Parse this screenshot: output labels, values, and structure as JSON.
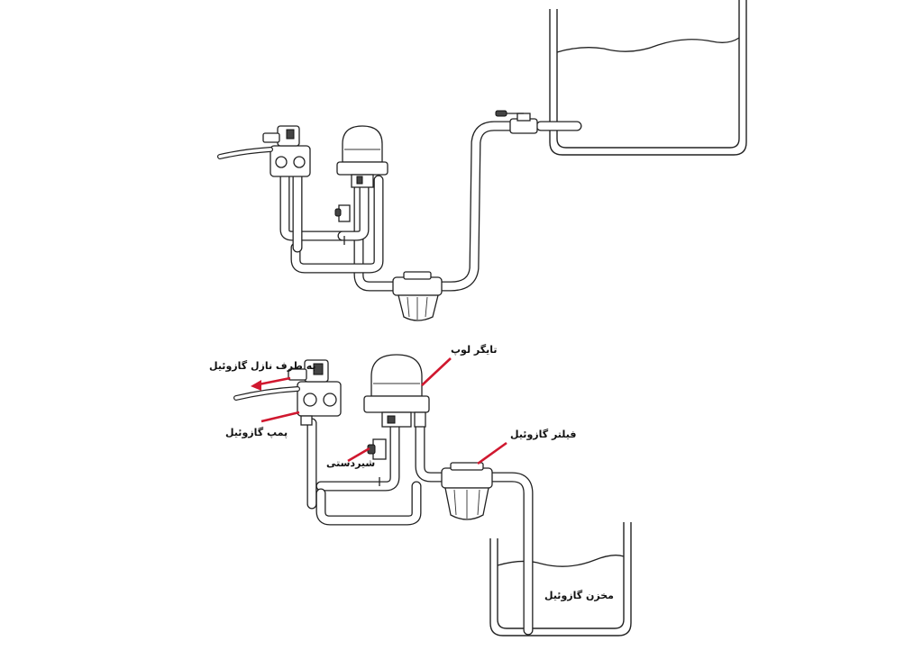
{
  "labels": {
    "nozzle_direction": "به طرف نازل گازوئیل",
    "pump": "پمپ گازوئیل",
    "tiger_loop": "تایگر لوپ",
    "hand_valve": "شیردستی",
    "filter": "فیلتر گازوئیل",
    "tank": "مخزن گازوئیل"
  },
  "colors": {
    "arrow": "#d0182f",
    "line": "#222222"
  }
}
